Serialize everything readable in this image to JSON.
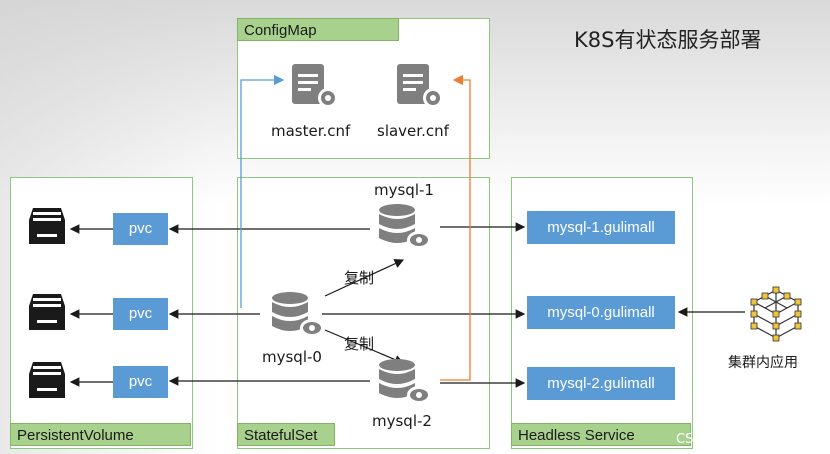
{
  "title": "K8S有状态服务部署",
  "groups": {
    "configmap": "ConfigMap",
    "persistent_volume": "PersistentVolume",
    "statefulset": "StatefulSet",
    "headless_service": "Headless Service"
  },
  "config_files": [
    "master.cnf",
    "slaver.cnf"
  ],
  "pods": [
    "mysql-1",
    "mysql-0",
    "mysql-2"
  ],
  "pvc_labels": [
    "pvc",
    "pvc",
    "pvc"
  ],
  "services": [
    "mysql-1.gulimall",
    "mysql-0.gulimall",
    "mysql-2.gulimall"
  ],
  "replicate_labels": [
    "复制",
    "复制"
  ],
  "internal_app": "集群内应用",
  "watermark": "CSDN @有语忆语",
  "colors": {
    "accent": "#5b9bd5",
    "group_border": "#8dc97c",
    "group_label": "#a9d18e",
    "blue_line": "#5b9bd5",
    "orange_line": "#ed7d31"
  }
}
